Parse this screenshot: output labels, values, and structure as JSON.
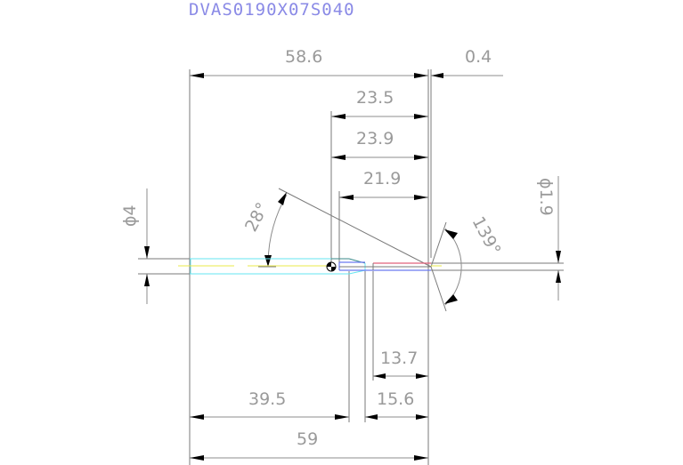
{
  "drawing": {
    "title": "DVAS0190X07S040",
    "title_color": "#8a8ae6",
    "dimension_text_color": "#9a9a9a",
    "colors": {
      "body_outline": "#66e6f0",
      "center_line": "#e8e84a",
      "cutting_edge": "#e0607a",
      "tip_outline": "#6a7af0"
    },
    "dimensions": {
      "top_overall": "58.6",
      "top_offset": "0.4",
      "length_1": "23.5",
      "length_2": "23.9",
      "length_3": "21.9",
      "shank_diameter": "ϕ4",
      "tip_diameter": "ϕ1.9",
      "helix_angle": "28°",
      "point_angle": "139°",
      "bottom_1": "13.7",
      "bottom_2": "15.6",
      "bottom_3": "39.5",
      "bottom_overall": "59"
    }
  }
}
